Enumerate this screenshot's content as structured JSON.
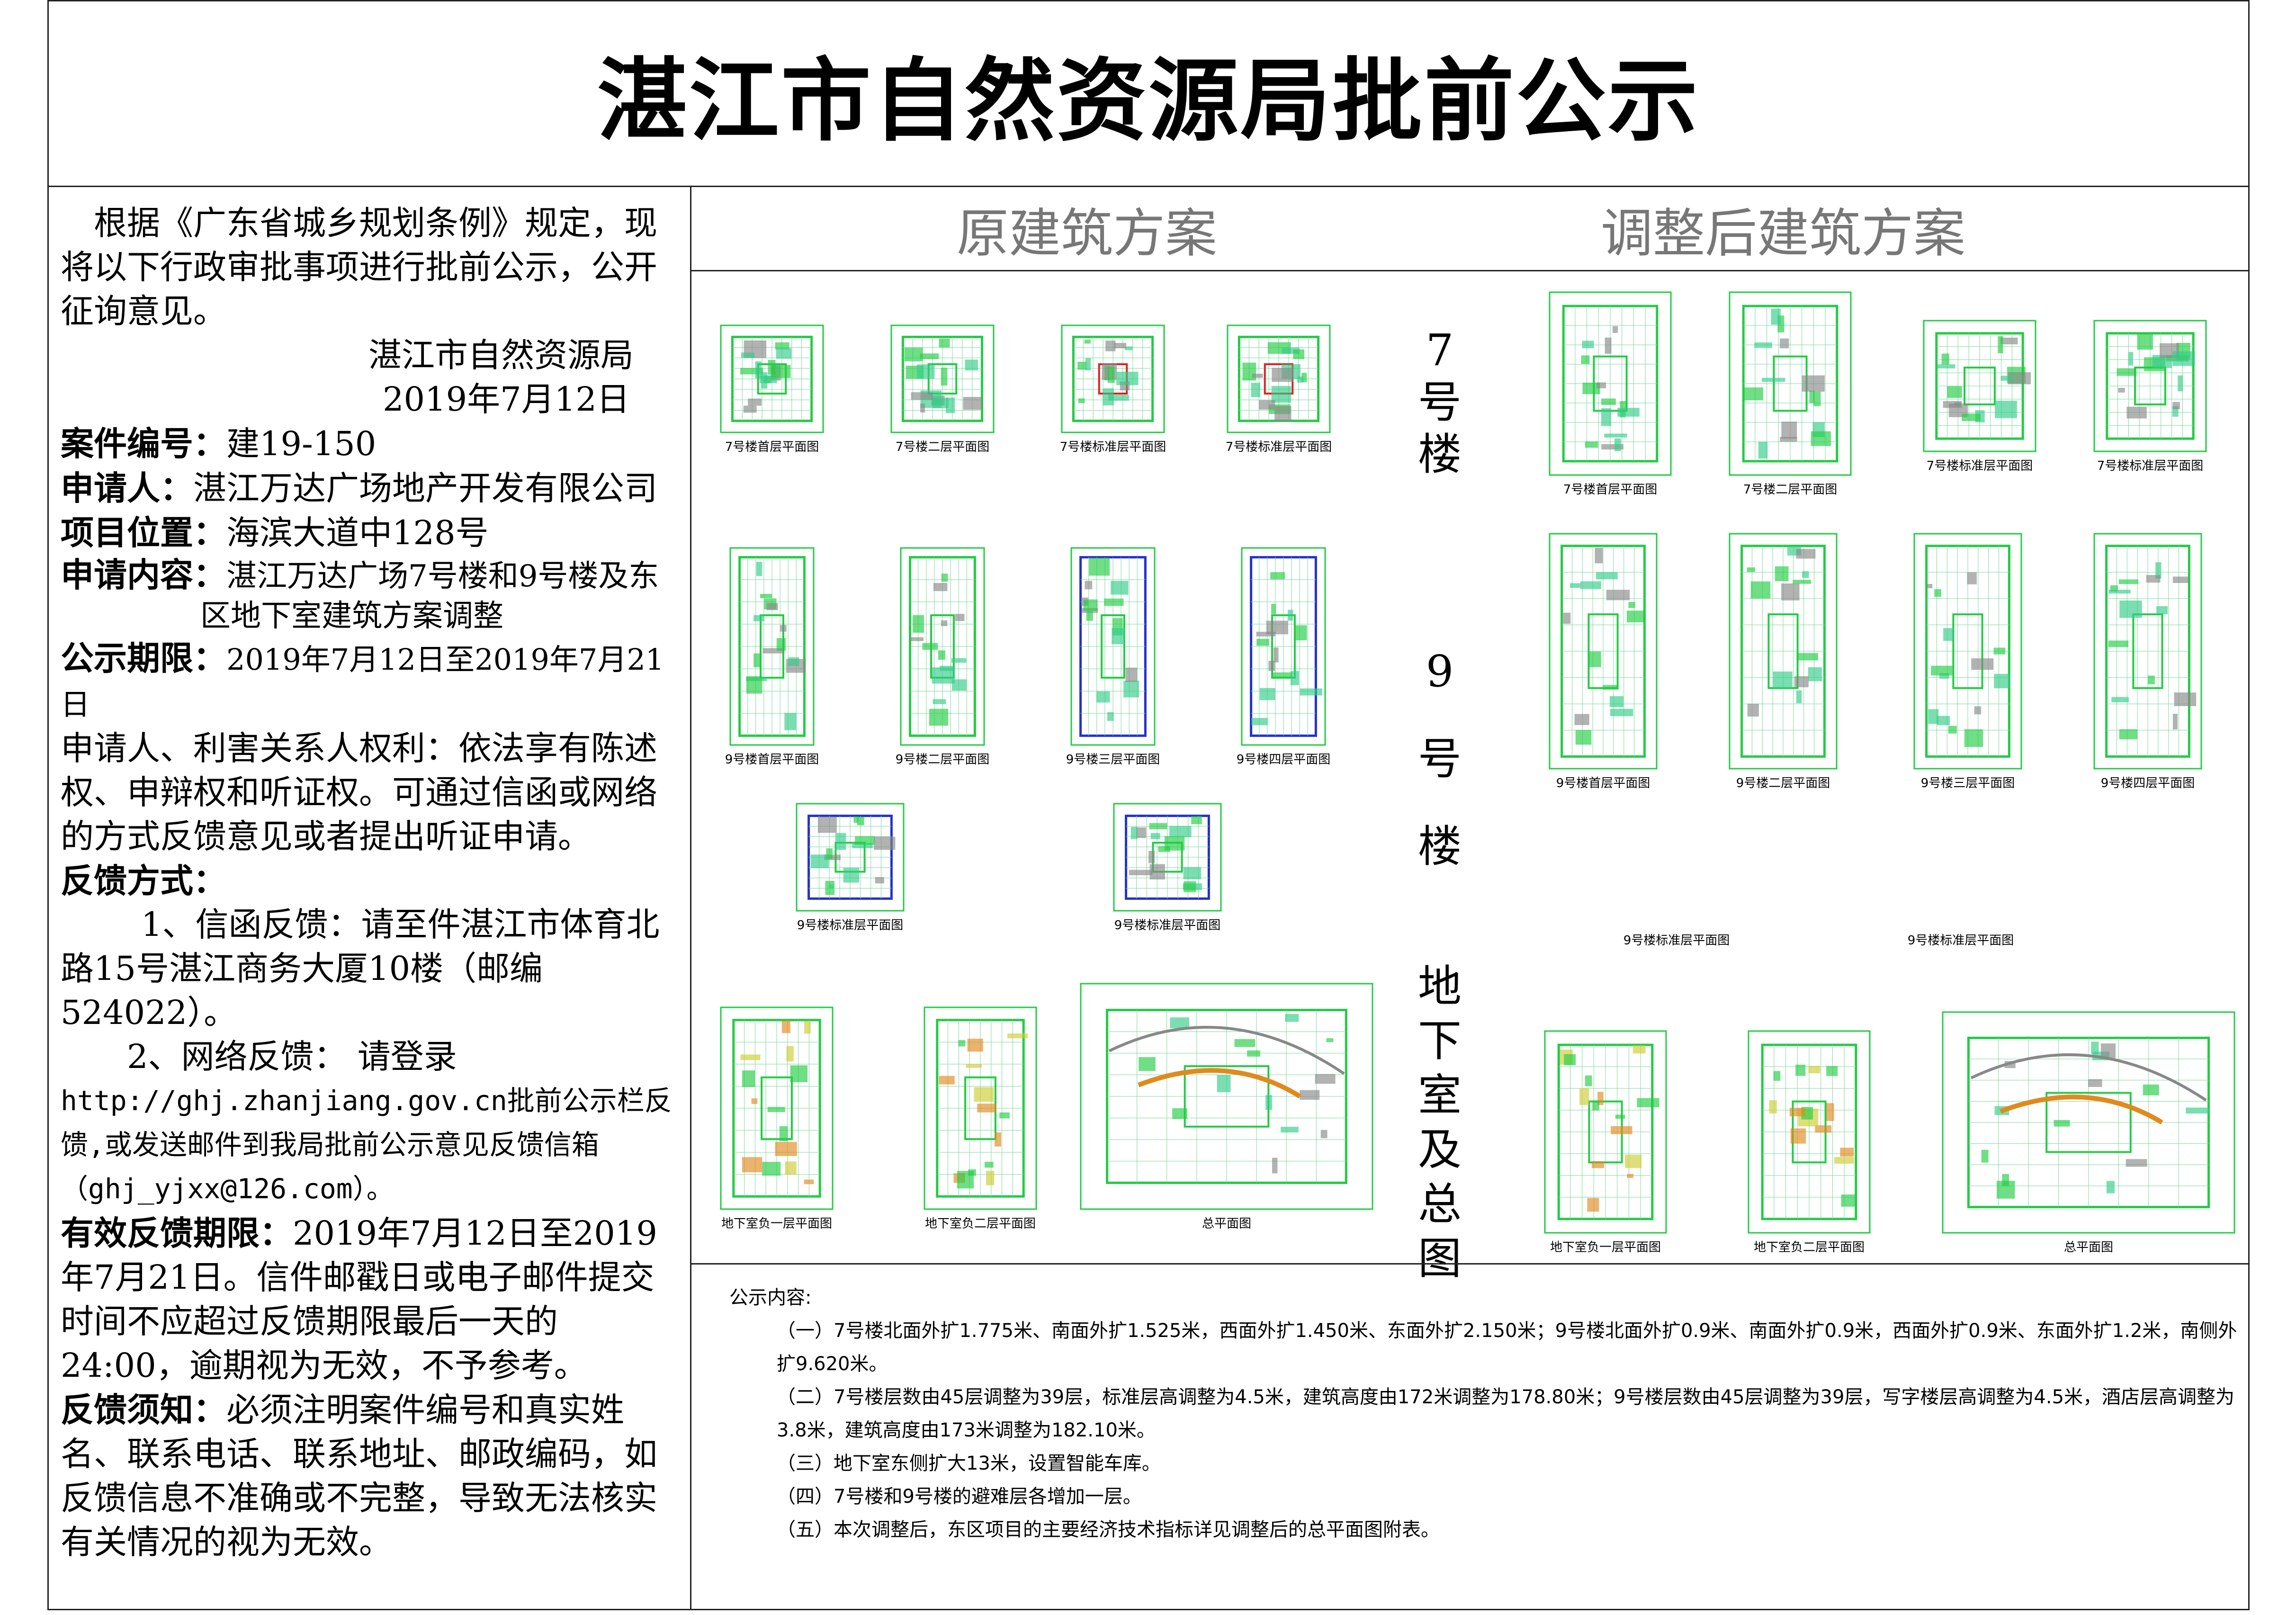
{
  "title": "湛江市自然资源局批前公示",
  "intro": {
    "text": "根据《广东省城乡规划条例》规定，现将以下行政审批事项进行批前公示，公开征询意见。",
    "issuer": "湛江市自然资源局",
    "date": "2019年7月12日"
  },
  "fields": {
    "case_no_label": "案件编号：",
    "case_no": "建19-150",
    "applicant_label": "申请人：",
    "applicant": "湛江万达广场地产开发有限公司",
    "location_label": "项目位置：",
    "location": "海滨大道中128号",
    "content_label": "申请内容：",
    "content": "湛江万达广场7号楼和9号楼及东区地下室建筑方案调整",
    "period_label": "公示期限：",
    "period": "2019年7月12日至2019年7月21日",
    "rights": "申请人、利害关系人权利：依法享有陈述权、申辩权和听证权。可通过信函或网络的方式反馈意见或者提出听证申请。",
    "feedback_label": "反馈方式：",
    "feedback_1": "1、信函反馈：请至件湛江市体育北路15号湛江商务大厦10楼（邮编524022）。",
    "feedback_2": "2、网络反馈： 请登录",
    "feedback_2_detail": "http://ghj.zhanjiang.gov.cn批前公示栏反馈,或发送邮件到我局批前公示意见反馈信箱（ghj_yjxx@126.com）。",
    "valid_label": "有效反馈期限：",
    "valid": "2019年7月12日至2019年7月21日。信件邮戳日或电子邮件提交时间不应超过反馈期限最后一天的24:00，逾期视为无效，不予参考。",
    "notes_label": "反馈须知：",
    "notes": "必须注明案件编号和真实姓名、联系电话、联系地址、邮政编码，如反馈信息不准确或不完整，导致无法核实有关情况的视为无效。"
  },
  "headers": {
    "original": "原建筑方案",
    "adjusted": "调整后建筑方案"
  },
  "side_labels": {
    "b7": "7号楼",
    "b9": "9号楼",
    "basement": "地下室及总图"
  },
  "captions_original": {
    "r1": [
      "7号楼首层平面图",
      "7号楼二层平面图",
      "7号楼标准层平面图",
      "7号楼标准层平面图"
    ],
    "r2": [
      "9号楼首层平面图",
      "9号楼二层平面图",
      "9号楼三层平面图",
      "9号楼四层平面图"
    ],
    "r3": [
      "9号楼标准层平面图",
      "9号楼标准层平面图"
    ],
    "r4": [
      "地下室负一层平面图",
      "地下室负二层平面图",
      "总平面图"
    ]
  },
  "captions_adjusted": {
    "r1": [
      "7号楼首层平面图",
      "7号楼二层平面图",
      "7号楼标准层平面图",
      "7号楼标准层平面图"
    ],
    "r2": [
      "9号楼首层平面图",
      "9号楼二层平面图",
      "9号楼三层平面图",
      "9号楼四层平面图"
    ],
    "r3": [
      "9号楼标准层平面图",
      "9号楼标准层平面图"
    ],
    "r4": [
      "地下室负一层平面图",
      "地下室负二层平面图",
      "总平面图"
    ]
  },
  "notice": {
    "heading": "公示内容:",
    "items": [
      "（一）7号楼北面外扩1.775米、南面外扩1.525米，西面外扩1.450米、东面外扩2.150米；9号楼北面外扩0.9米、南面外扩0.9米，西面外扩0.9米、东面外扩1.2米，南侧外扩9.620米。",
      "（二）7号楼层数由45层调整为39层，标准层高调整为4.5米，建筑高度由172米调整为178.80米；9号楼层数由45层调整为39层，写字楼层高调整为4.5米，酒店层高调整为3.8米，建筑高度由173米调整为182.10米。",
      "（三）地下室东侧扩大13米，设置智能车库。",
      "（四）7号楼和9号楼的避难层各增加一层。",
      "（五）本次调整后，东区项目的主要经济技术指标详见调整后的总平面图附表。"
    ]
  },
  "colors": {
    "plan_green": "#22cc44",
    "plan_blue": "#2233cc",
    "plan_red": "#dd2222",
    "plan_orange": "#e08a1e",
    "plan_gray": "#888888",
    "border": "#222222"
  }
}
